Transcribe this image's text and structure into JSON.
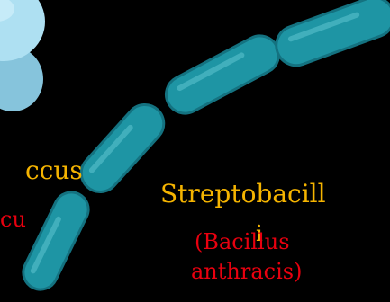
{
  "colors": {
    "background": "#000000",
    "rod_fill": "#1e95a4",
    "rod_outline": "#147280",
    "rod_highlight": "#5fc4d0",
    "coccus_fill": "#aee0f2",
    "coccus_shade": "#86c4dc",
    "label_yellow": "#f5b400",
    "label_red": "#e8000f"
  },
  "labels": {
    "cocci_name_fragment": "ccus",
    "cocci_sci_fragment": "cu",
    "main_name": "Streptobacill",
    "main_name_overflow": "i",
    "main_sci_line1": "(Bacillus",
    "main_sci_line2": "anthracis)"
  },
  "icons": {
    "coccus": "coccus-cell-icon",
    "rod": "bacillus-rod-icon"
  }
}
